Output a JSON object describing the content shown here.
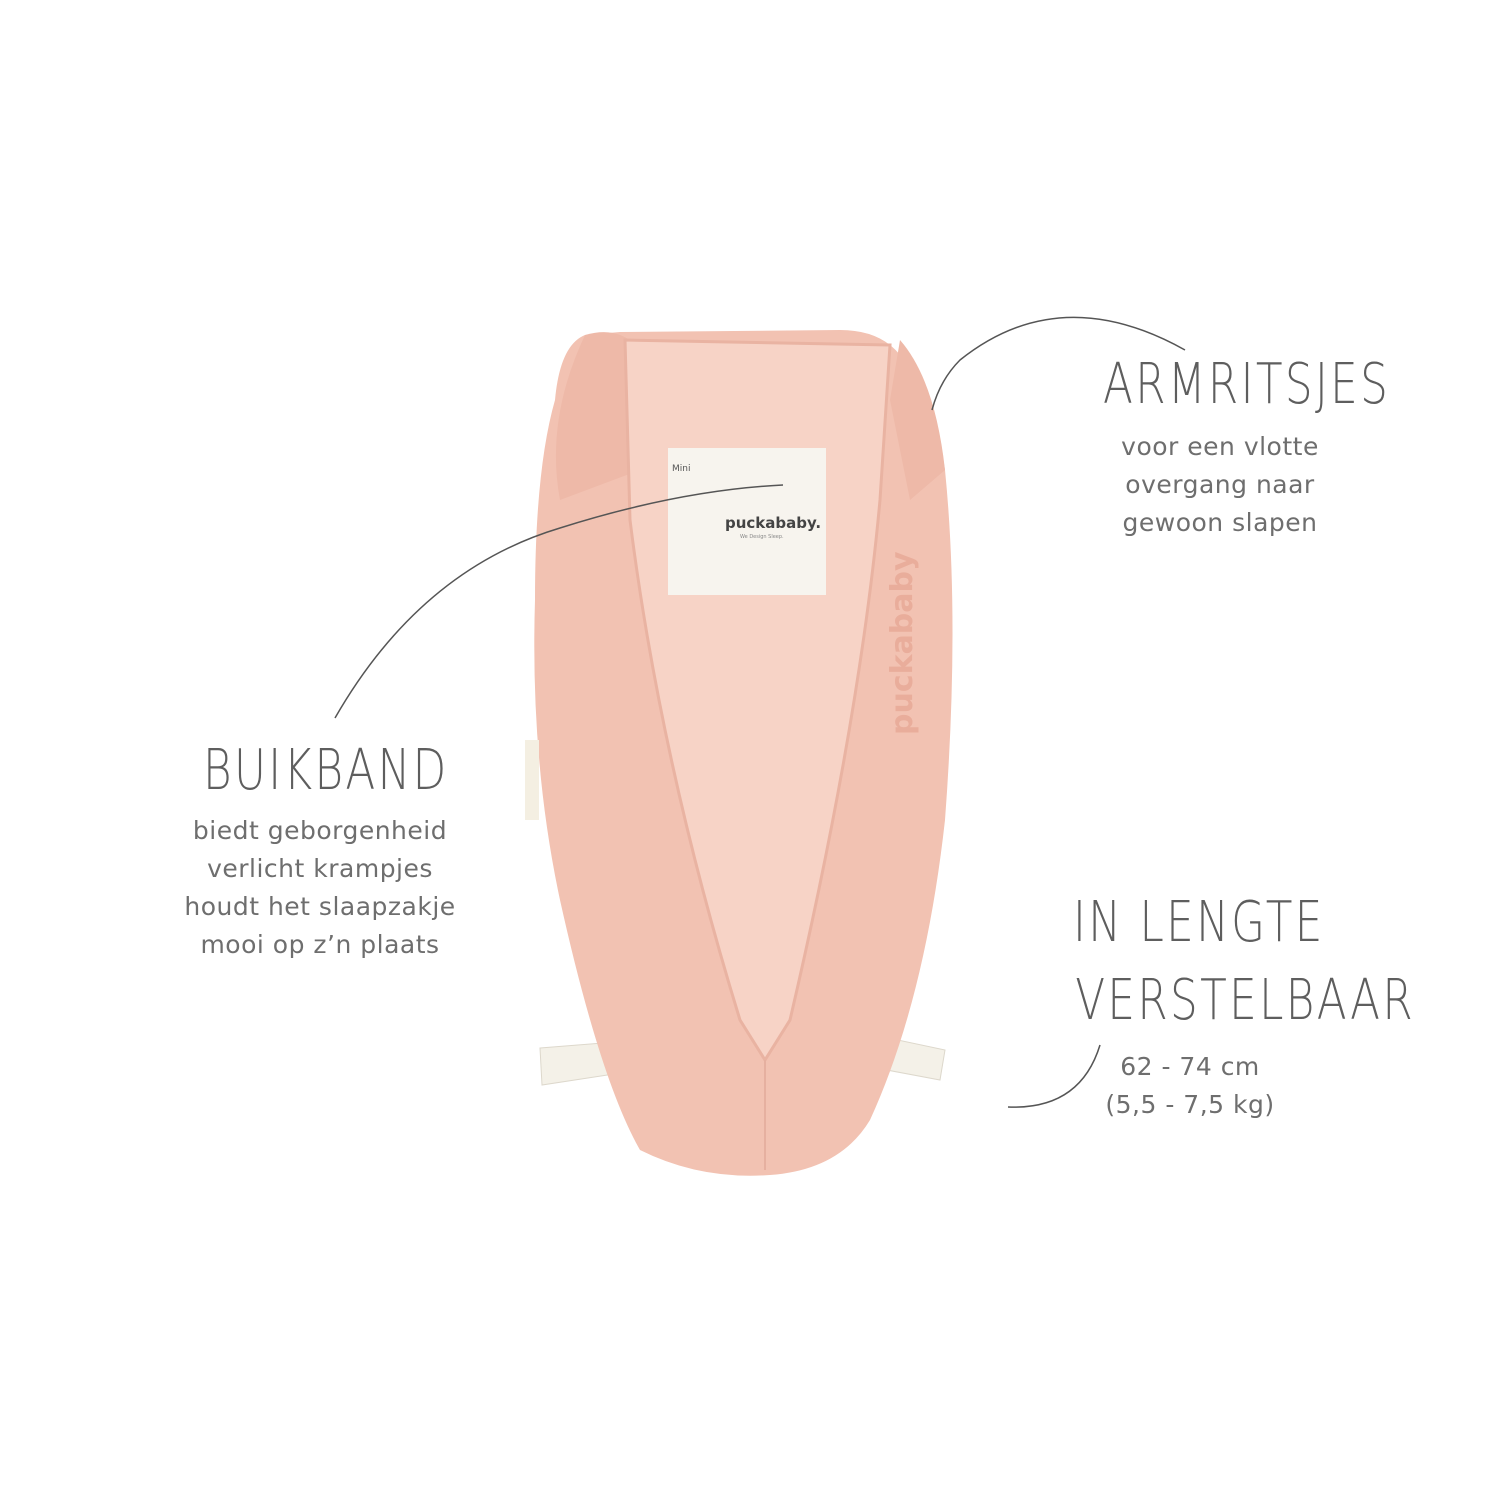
{
  "product": {
    "label_brand": "puckababy.",
    "label_tagline": "We Design Sleep.",
    "label_size": "Mini",
    "side_print": "puckababy",
    "colors": {
      "fabric": "#f2c2b2",
      "lining": "#f7d3c6",
      "label": "#f7f4ee",
      "text": "#616161"
    }
  },
  "callouts": {
    "armritsjes": {
      "title": "ARMRITSJES",
      "lines": [
        "voor een vlotte",
        "overgang naar",
        "gewoon slapen"
      ]
    },
    "buikband": {
      "title": "BUIKBAND",
      "lines": [
        "biedt geborgenheid",
        "verlicht krampjes",
        "houdt het slaapzakje",
        "mooi op z’n plaats"
      ]
    },
    "lengte": {
      "title_lines": [
        "IN LENGTE",
        "VERSTELBAAR"
      ],
      "lines": [
        "62 - 74 cm",
        "(5,5 - 7,5 kg)"
      ]
    }
  }
}
